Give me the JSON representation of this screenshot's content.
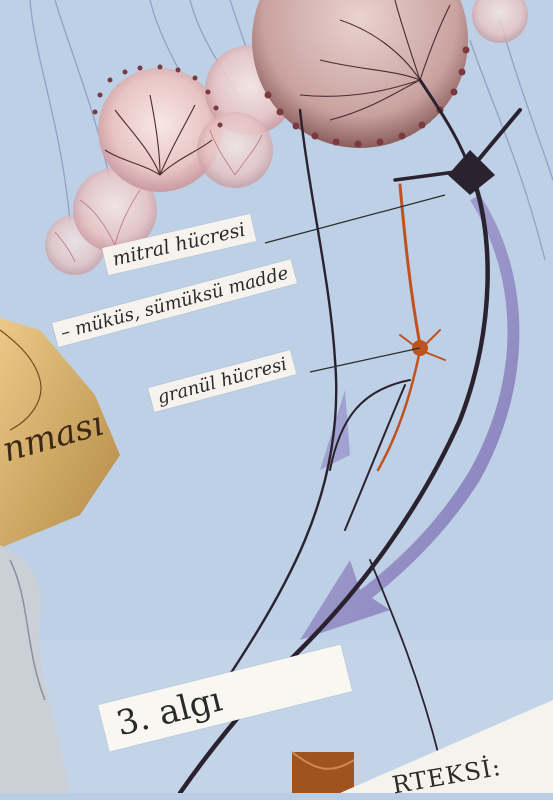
{
  "labels": {
    "mitral": "mitral hücresi",
    "mukus": "– müküs, sümüksü madde",
    "granul": "granül hücresi",
    "algi": "3. algı",
    "korteks": "RTEKSİ:",
    "fragment": "nması"
  },
  "colors": {
    "background": "#b9cde4",
    "neuron_dark": "#2b2230",
    "granule_cell": "#c0521e",
    "cell_body_pink": "#e9c3c6",
    "arrow_purple": "#7e6fb4",
    "bone_tan": "#d9b36b"
  }
}
